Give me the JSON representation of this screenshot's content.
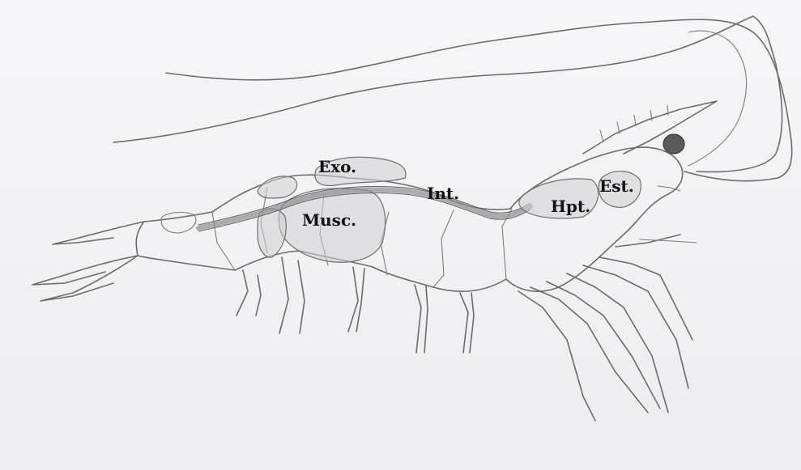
{
  "labels": {
    "exo": "Exo.",
    "musc": "Musc.",
    "int": "Int.",
    "hpt": "Hpt.",
    "est": "Est."
  },
  "colors": {
    "paper": "#f4f4f6",
    "pencil": "#6b6b6e",
    "label_text": "#111111"
  }
}
